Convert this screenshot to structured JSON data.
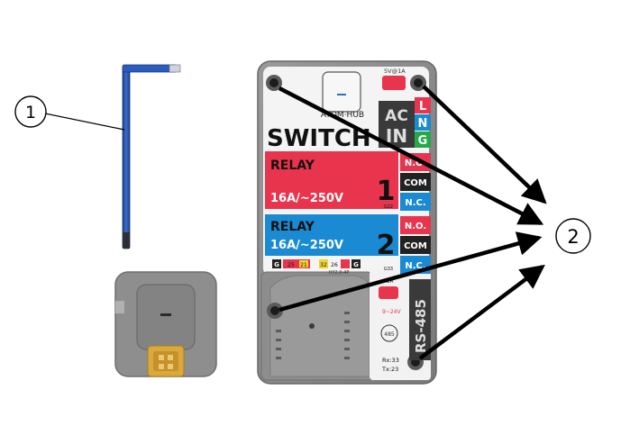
{
  "callouts": {
    "one": "1",
    "two": "2"
  },
  "device": {
    "brand": "ATOM·HUB",
    "title": "SWITCH",
    "power_in": "5V@1A",
    "ac_in_label": "AC",
    "ac_in_sub": "IN",
    "terminal_l": "L",
    "terminal_n": "N",
    "terminal_g": "G",
    "relay1": {
      "label": "RELAY",
      "rating": "16A/~250V",
      "number": "1",
      "gpio": "G22",
      "no": "N.O.",
      "com": "COM",
      "nc": "N.C."
    },
    "relay2": {
      "label": "RELAY",
      "rating": "16A/~250V",
      "number": "2",
      "gpio": "G33",
      "no": "N.O.",
      "com": "COM",
      "nc": "N.C."
    },
    "header": {
      "g_left": "G",
      "pin25": "25",
      "pin21": "21",
      "pin32": "32",
      "pin26": "26",
      "g_right": "G",
      "port": "HY2.0-4P"
    },
    "rs485": {
      "label": "RS-485",
      "voltage": "9~24V",
      "current": "0.2A",
      "chip": "485",
      "rx": "Rx:33",
      "tx": "Tx:23"
    }
  },
  "colors": {
    "wrench": "#2554a8",
    "relay1": "#e8344c",
    "relay2": "#1a8ad2",
    "terminal_red": "#e8344c",
    "terminal_blue": "#1a8ad2",
    "terminal_green": "#25a84a",
    "housing": "#8c8c8c"
  }
}
